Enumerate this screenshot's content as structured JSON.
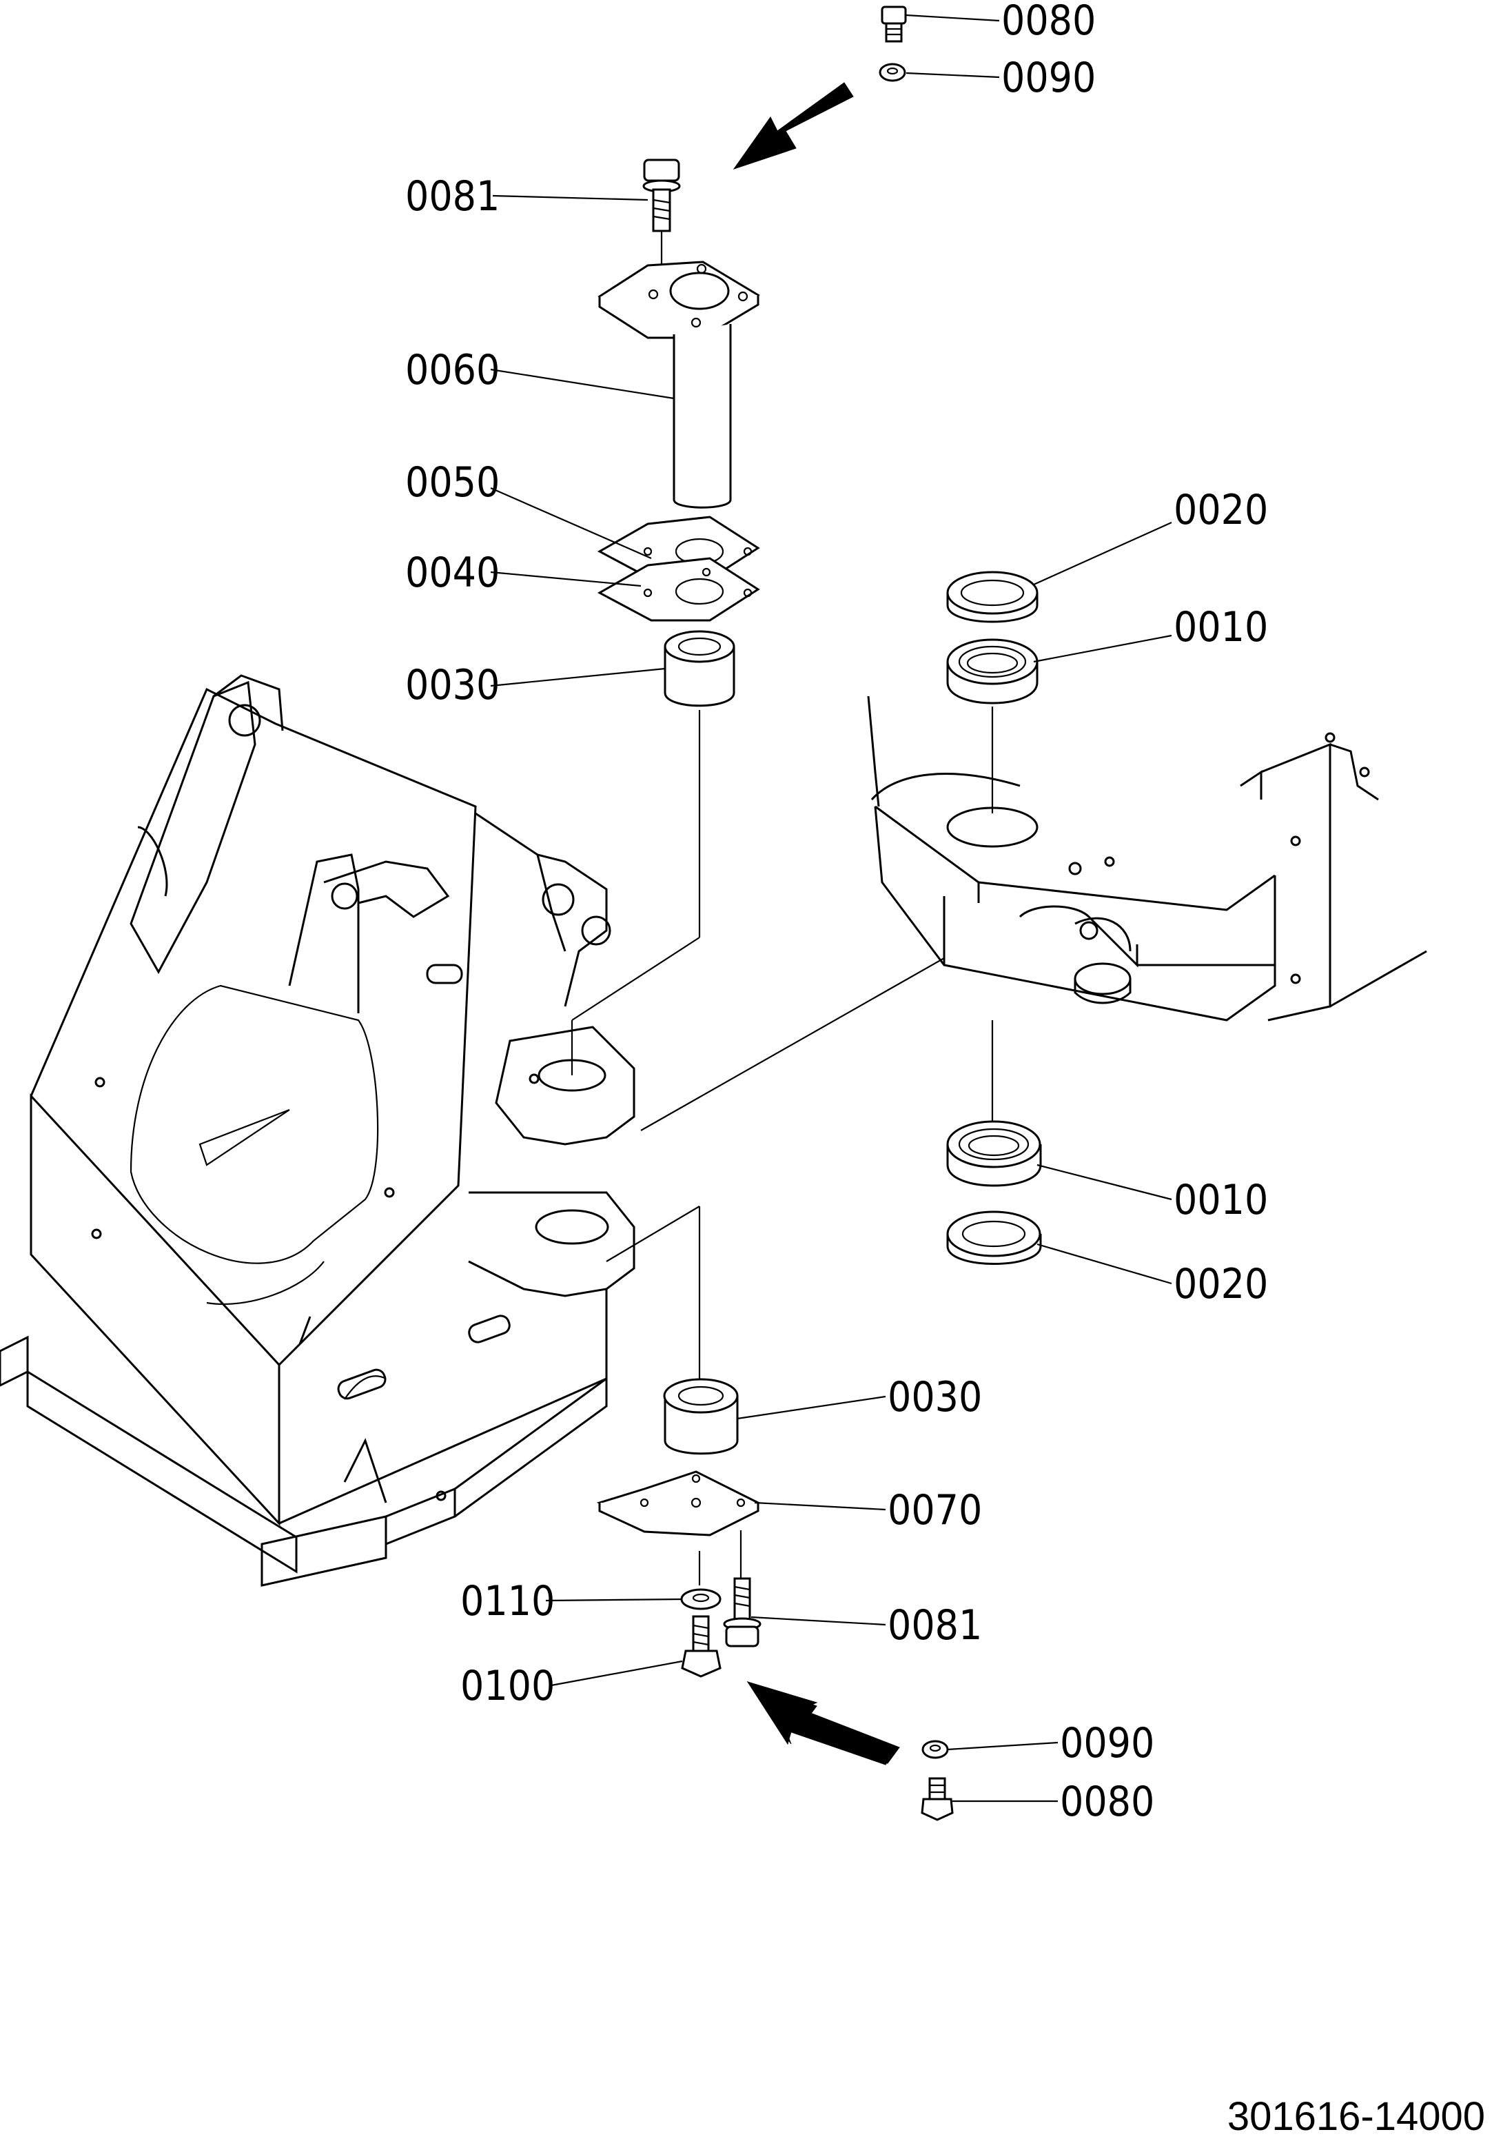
{
  "callouts": [
    {
      "id": "c-0080-top",
      "text": "0080"
    },
    {
      "id": "c-0090-top",
      "text": "0090"
    },
    {
      "id": "c-0081-top",
      "text": "0081"
    },
    {
      "id": "c-0060",
      "text": "0060"
    },
    {
      "id": "c-0050",
      "text": "0050"
    },
    {
      "id": "c-0040",
      "text": "0040"
    },
    {
      "id": "c-0030-top",
      "text": "0030"
    },
    {
      "id": "c-0020-top",
      "text": "0020"
    },
    {
      "id": "c-0010-top",
      "text": "0010"
    },
    {
      "id": "c-0010-bottom",
      "text": "0010"
    },
    {
      "id": "c-0020-bottom",
      "text": "0020"
    },
    {
      "id": "c-0030-bottom",
      "text": "0030"
    },
    {
      "id": "c-0070",
      "text": "0070"
    },
    {
      "id": "c-0110",
      "text": "0110"
    },
    {
      "id": "c-0081-bottom",
      "text": "0081"
    },
    {
      "id": "c-0100",
      "text": "0100"
    },
    {
      "id": "c-0090-bottom",
      "text": "0090"
    },
    {
      "id": "c-0080-bottom",
      "text": "0080"
    }
  ],
  "drawing_number": "301616-14000"
}
